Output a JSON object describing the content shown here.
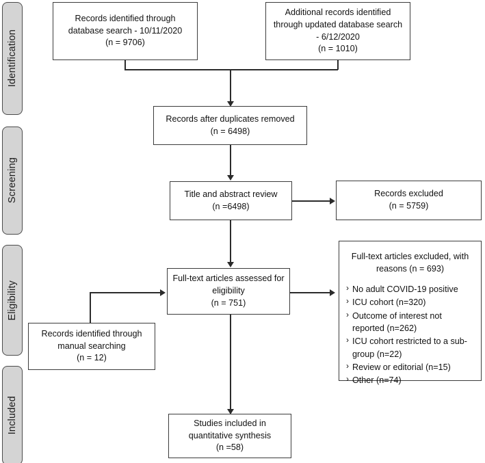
{
  "diagram": {
    "title": "PRISMA study selection flow diagram",
    "stages": [
      {
        "name": "identification",
        "label": "Identification"
      },
      {
        "name": "screening",
        "label": "Screening"
      },
      {
        "name": "eligibility",
        "label": "Eligibility"
      },
      {
        "name": "included",
        "label": "Included"
      }
    ],
    "boxes": {
      "database_search": {
        "lines": [
          "Records identified through",
          "database search - 10/11/2020",
          "(n = 9706)"
        ]
      },
      "updated_search": {
        "lines": [
          "Additional records identified",
          "through updated database search",
          "- 6/12/2020",
          "(n = 1010)"
        ]
      },
      "duplicates_removed": {
        "lines": [
          "Records after duplicates removed",
          "(n = 6498)"
        ]
      },
      "title_abstract_review": {
        "lines": [
          "Title and abstract review",
          "(n =6498)"
        ]
      },
      "records_excluded": {
        "lines": [
          "Records excluded",
          "(n = 5759)"
        ]
      },
      "fulltext_assessed": {
        "lines": [
          "Full-text articles assessed for",
          "eligibility",
          "(n = 751)"
        ]
      },
      "manual_search": {
        "lines": [
          "Records identified through",
          "manual searching",
          "(n = 12)"
        ]
      },
      "fulltext_excluded": {
        "heading": [
          "Full-text articles excluded, with",
          "reasons (n = 693)"
        ],
        "reasons": [
          "No adult COVID-19 positive",
          "ICU cohort (n=320)",
          "Outcome of interest not reported (n=262)",
          "ICU cohort restricted to a sub-group (n=22)",
          "Review or editorial (n=15)",
          "Other (n=74)"
        ]
      },
      "studies_included": {
        "lines": [
          "Studies included in",
          "quantitative synthesis",
          "(n =58)"
        ]
      }
    },
    "colors": {
      "box_border": "#3b3b3b",
      "box_fill": "#ffffff",
      "tab_fill": "#d4d4d4",
      "tab_border": "#4a4a4a",
      "connector": "#2b2b2b",
      "text": "#111111"
    }
  }
}
